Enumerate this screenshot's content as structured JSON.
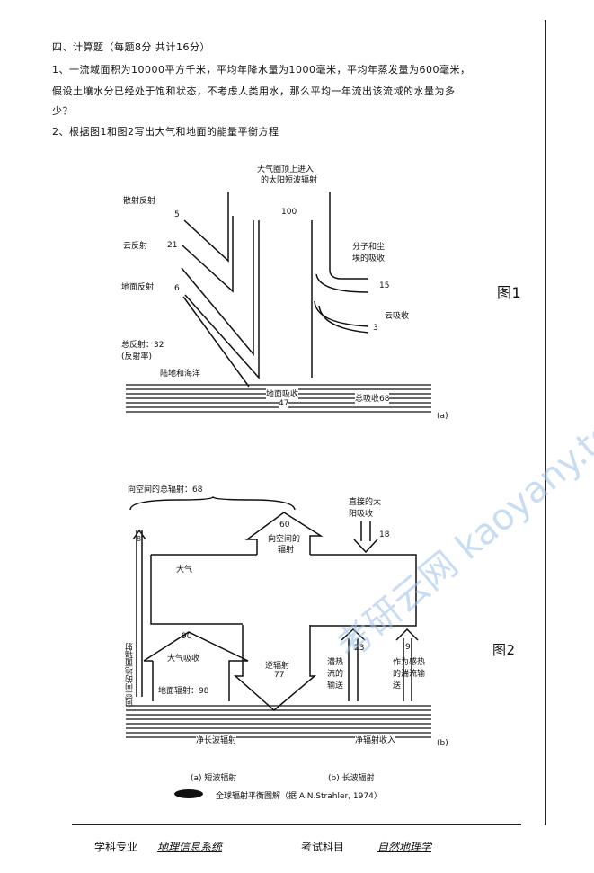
{
  "section_title": "四、计算题（每题8分  共计16分）",
  "questions": [
    "1、一流域面积为10000平方千米，平均年降水量为1000毫米，平均年蒸发量为600毫米，",
    "假设土壤水分已经处于饱和状态，不考虑人类用水，那么平均一年流出该流域的水量为多",
    "少？",
    "2、根据图1和图2写出大气和地面的能量平衡方程"
  ],
  "fig1": {
    "label": "图1",
    "panel": "(a)",
    "top_label_1": "大气圈顶上进入",
    "top_label_2": "的太阳短波辐射",
    "incoming": "100",
    "scatter_reflect": "散射反射",
    "scatter_value": "5",
    "cloud_reflect": "云反射",
    "cloud_value": "21",
    "ground_reflect": "地面反射",
    "ground_value": "6",
    "total_reflect": "总反射：32",
    "albedo": "(反射率)",
    "molecule_absorb_1": "分子和尘",
    "molecule_absorb_2": "埃的吸收",
    "molecule_value": "15",
    "cloud_absorb": "云吸收",
    "cloud_absorb_value": "3",
    "land_ocean": "陆地和海洋",
    "ground_absorb": "地面吸收",
    "ground_absorb_value": "47",
    "total_absorb": "总吸收68"
  },
  "fig2": {
    "label": "图2",
    "panel": "(b)",
    "total_space": "向空间的总辐射：68",
    "space_value": "60",
    "space_label_1": "向空间的",
    "space_label_2": "辐射",
    "direct_solar_1": "直接的太",
    "direct_solar_2": "阳吸收",
    "direct_value": "18",
    "atmosphere": "大气",
    "ground_to_space": "向空间的地面辐射",
    "ground_to_space_value": "8",
    "atm_absorb_value": "90",
    "atm_absorb": "大气吸收",
    "ground_rad": "地面辐射：98",
    "back_rad": "逆辐射",
    "back_value": "77",
    "latent_value": "23",
    "latent_1": "潜热",
    "latent_2": "流的",
    "latent_3": "输送",
    "sensible_value": "9",
    "sensible_1": "作为感热",
    "sensible_2": "的湍流输",
    "sensible_3": "送",
    "net_longwave": "净长波辐射",
    "net_income": "净辐射收入"
  },
  "caption_a": "(a) 短波辐射",
  "caption_b": "(b) 长波辐射",
  "caption": "全球辐射平衡图解（据 A.N.Strahler, 1974）",
  "footer": {
    "major_label": "学科专业",
    "major_value": "地理信息系统",
    "subject_label": "考试科目",
    "subject_value": "自然地理学"
  },
  "watermark": "考研云网 kaoyany.top"
}
